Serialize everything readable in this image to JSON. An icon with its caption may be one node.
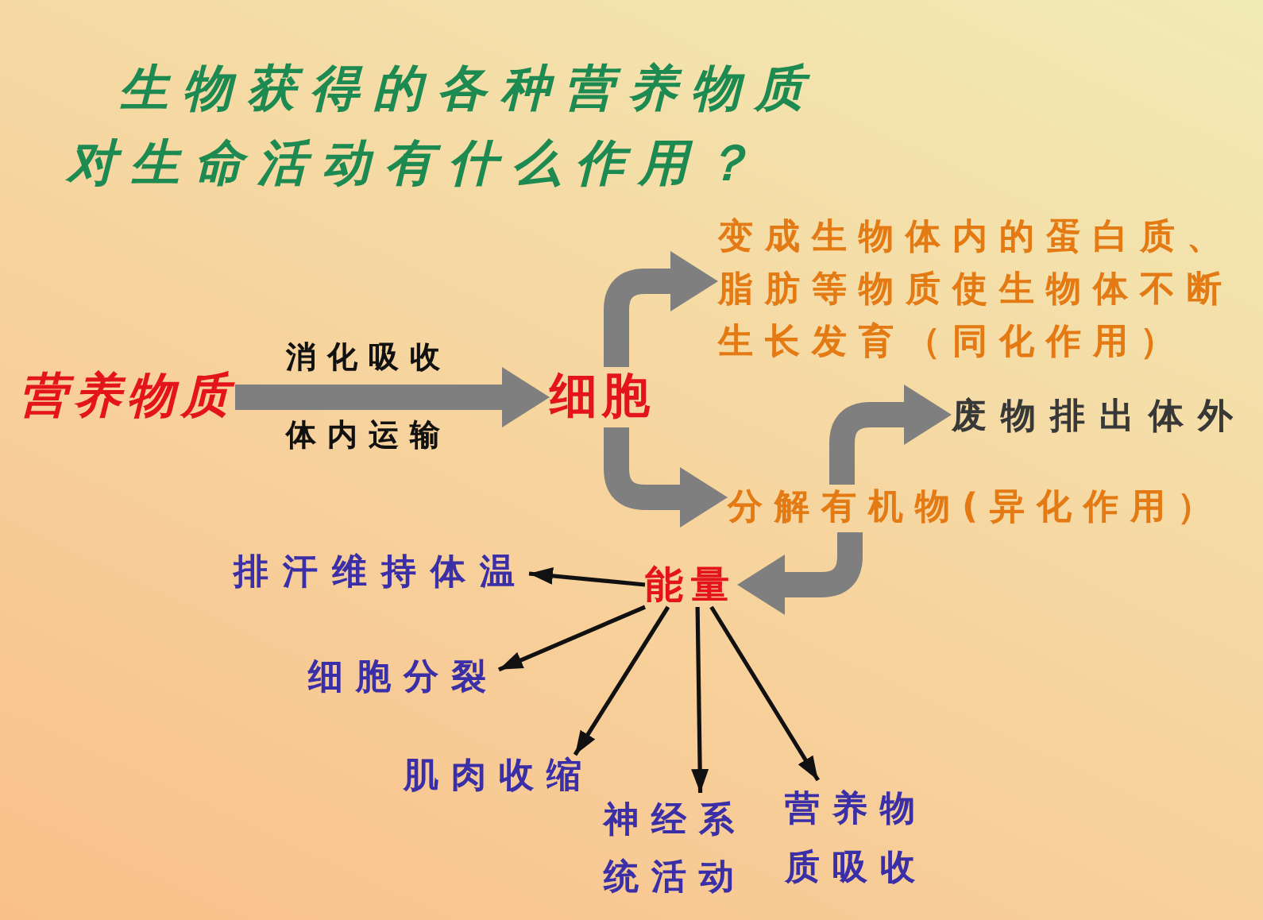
{
  "diagram": {
    "title": "生物获得的各种营养物质对生命活动有什么作用？",
    "nodes": [
      {
        "text": [
          "营养物质"
        ]
      },
      {
        "text": [
          "细胞"
        ]
      },
      {
        "text": [
          "变成生物体内的蛋白质、脂肪等物质使生物体不断生长发育（同化作用）"
        ]
      },
      {
        "text": [
          "废物排出体外"
        ]
      },
      {
        "text": [
          "分解有机物(异化作用）"
        ]
      },
      {
        "text": [
          "能量"
        ]
      },
      {
        "text": [
          "排汗维持体温"
        ]
      },
      {
        "text": [
          "细胞分裂"
        ]
      },
      {
        "text": [
          "肌肉收缩"
        ]
      },
      {
        "text": [
          "神经系统活动"
        ]
      },
      {
        "text": [
          "营养物质吸收"
        ]
      }
    ],
    "edges": [
      {
        "from": 0,
        "to": 1,
        "arrow": "to",
        "label": "消化吸收",
        "style": "thick",
        "color": "#7f7f7f"
      },
      {
        "from": 1,
        "to": 2,
        "arrow": "to",
        "style": "thick",
        "color": "#7f7f7f"
      },
      {
        "from": 1,
        "to": 4,
        "arrow": "to",
        "style": "thick",
        "color": "#7f7f7f"
      },
      {
        "from": 4,
        "to": 3,
        "arrow": "to",
        "style": "thick",
        "color": "#7f7f7f"
      },
      {
        "from": 4,
        "to": 5,
        "arrow": "to",
        "style": "thick",
        "color": "#7f7f7f"
      },
      {
        "from": 5,
        "to": 6,
        "arrow": "to",
        "color": "#111111"
      },
      {
        "from": 5,
        "to": 7,
        "arrow": "to",
        "color": "#111111"
      },
      {
        "from": 5,
        "to": 8,
        "arrow": "to",
        "color": "#111111"
      },
      {
        "from": 5,
        "to": 9,
        "arrow": "to",
        "color": "#111111"
      },
      {
        "from": 5,
        "to": 10,
        "arrow": "to",
        "color": "#111111"
      }
    ],
    "labels": [
      "体内运输"
    ]
  }
}
